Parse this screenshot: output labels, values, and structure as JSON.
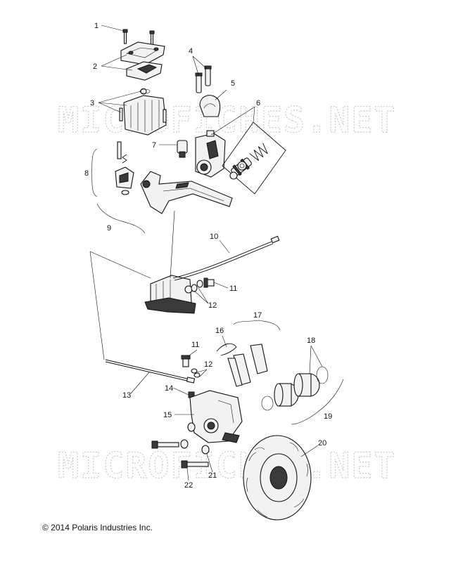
{
  "watermark": "MICROFICHES.NET",
  "callouts": [
    "1",
    "2",
    "3",
    "4",
    "5",
    "6",
    "7",
    "8",
    "9",
    "10",
    "11",
    "12",
    "16",
    "17",
    "11",
    "12",
    "13",
    "14",
    "15",
    "18",
    "19",
    "20",
    "21",
    "22"
  ],
  "copyright": "© 2014 Polaris Industries Inc."
}
